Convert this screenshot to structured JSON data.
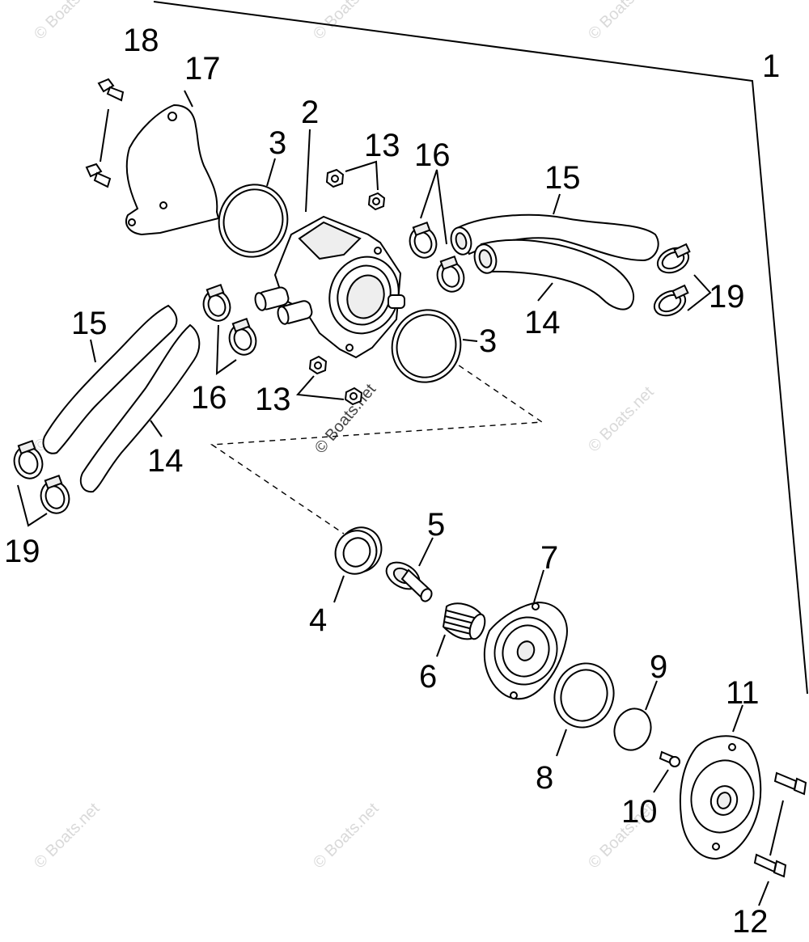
{
  "diagram": {
    "labels": {
      "l1": "1",
      "l2": "2",
      "l3a": "3",
      "l3b": "3",
      "l4": "4",
      "l5": "5",
      "l6": "6",
      "l7": "7",
      "l8": "8",
      "l9": "9",
      "l10": "10",
      "l11": "11",
      "l12": "12",
      "l13a": "13",
      "l13b": "13",
      "l14a": "14",
      "l14b": "14",
      "l15a": "15",
      "l15b": "15",
      "l16a": "16",
      "l16b": "16",
      "l17": "17",
      "l18": "18",
      "l19a": "19",
      "l19b": "19"
    },
    "watermark": "© Boats.net"
  }
}
